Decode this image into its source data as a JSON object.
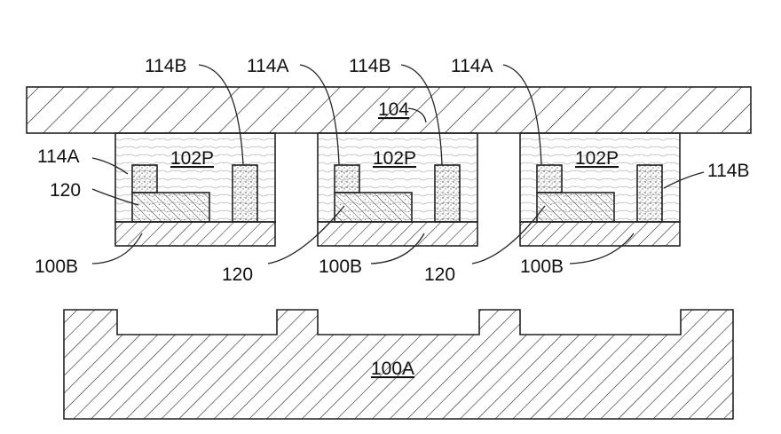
{
  "labels": {
    "top_layer": "104",
    "die": "102P",
    "carrier": "100A",
    "pad_a": "114A",
    "pad_b": "114B",
    "bond_layer": "120",
    "die_base": "100B"
  },
  "colors": {
    "ink": "#222222",
    "background": "#ffffff"
  }
}
